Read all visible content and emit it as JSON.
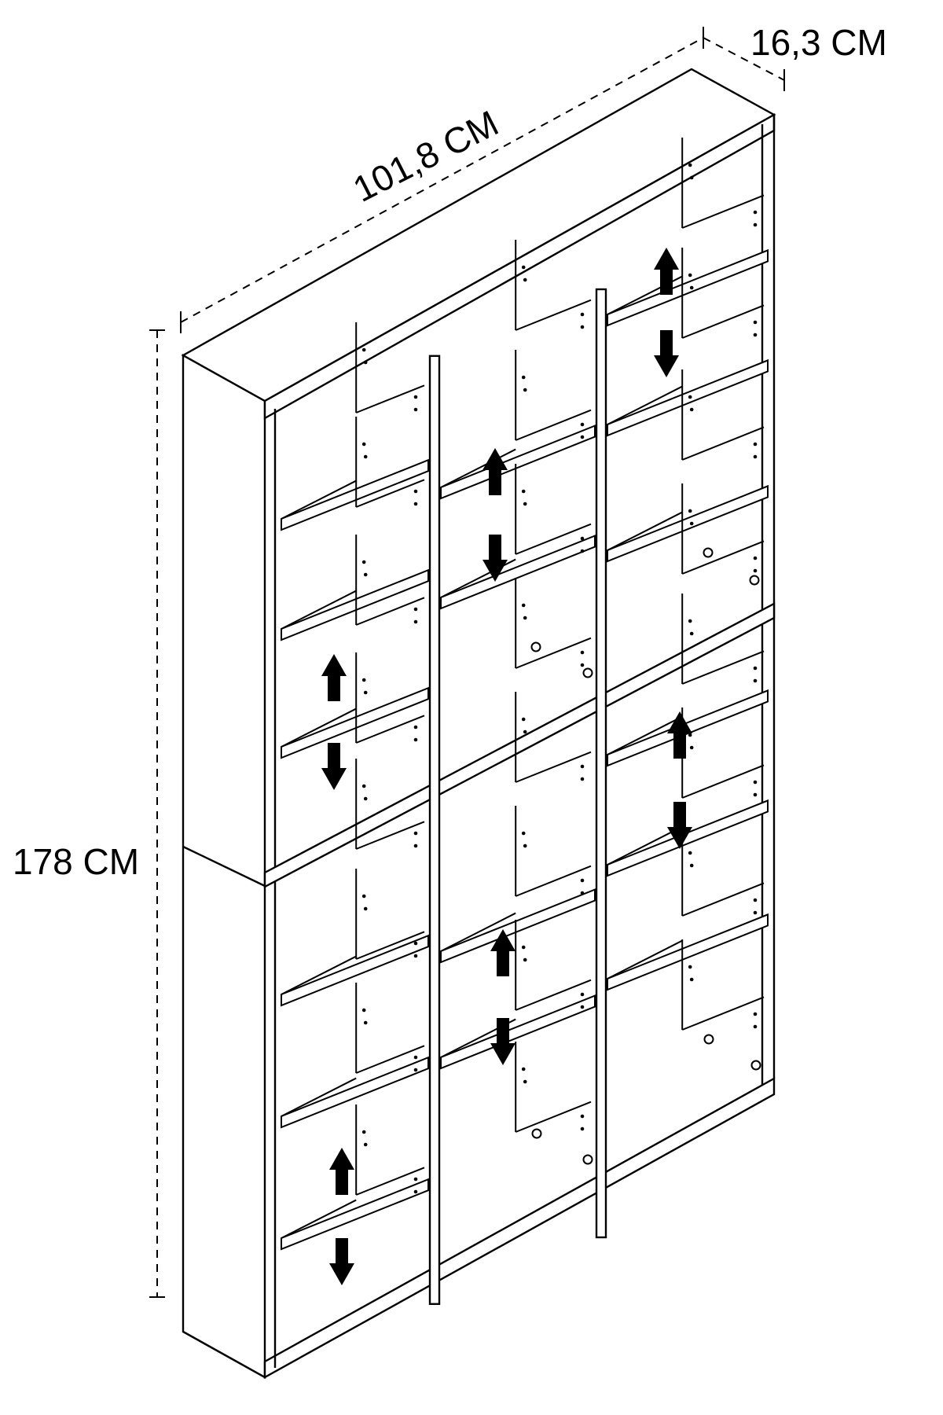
{
  "dimensions": {
    "width_label": "101,8 CM",
    "depth_label": "16,3 CM",
    "height_label": "178 CM"
  },
  "colors": {
    "line": "#000000",
    "background": "#ffffff"
  },
  "icons": {
    "adjust_up": "arrow-up-icon",
    "adjust_down": "arrow-down-icon"
  }
}
